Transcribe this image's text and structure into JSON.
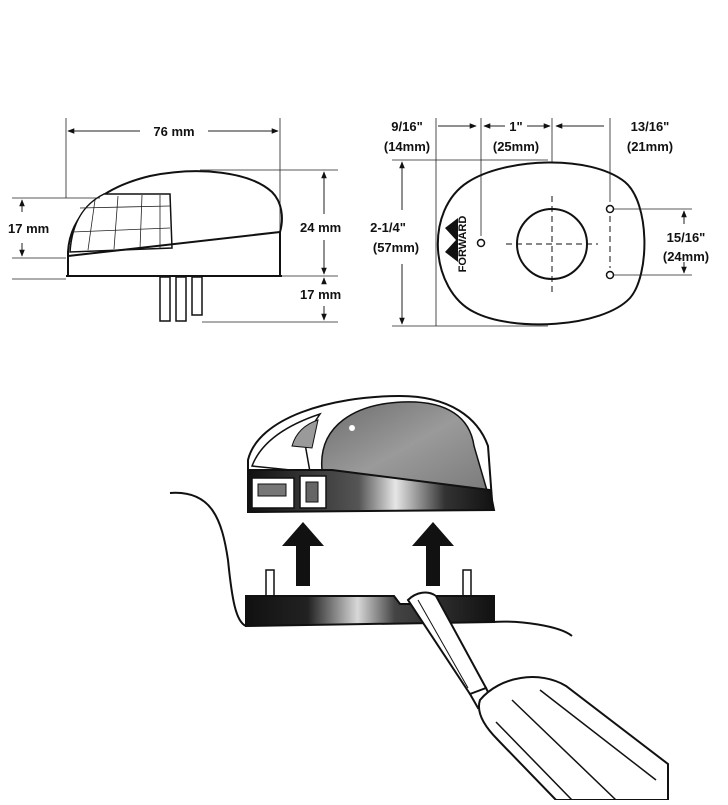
{
  "side_view": {
    "width_label": "76 mm",
    "height_label": "24 mm",
    "lens_height_label": "17 mm",
    "stud_length_label": "17 mm"
  },
  "top_view": {
    "dim_a_fraction": "9/16\"",
    "dim_a_metric": "(14mm)",
    "dim_b_fraction": "1\"",
    "dim_b_metric": "(25mm)",
    "dim_c_fraction": "13/16\"",
    "dim_c_metric": "(21mm)",
    "height_fraction": "2-1/4\"",
    "height_metric": "(57mm)",
    "hole_spacing_fraction": "15/16\"",
    "hole_spacing_metric": "(24mm)",
    "forward_label": "FORWARD"
  },
  "colors": {
    "line": "#111111",
    "lens_gray": "#8c8c8c",
    "background": "#ffffff"
  }
}
